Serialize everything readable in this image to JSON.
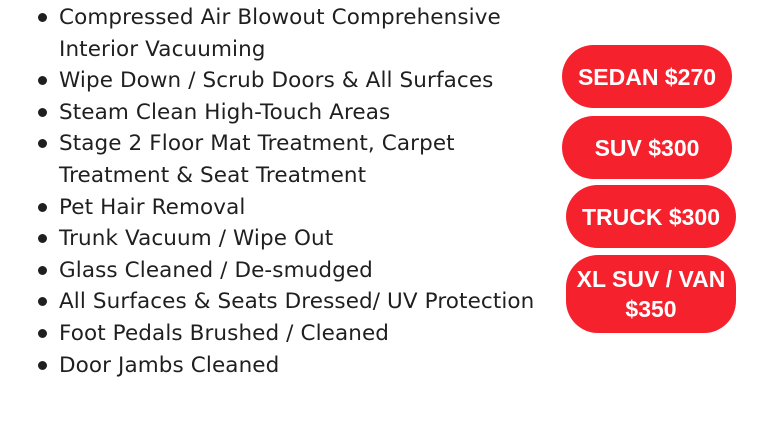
{
  "services": [
    {
      "lines": [
        "Compressed Air Blowout Comprehensive",
        "Interior Vacuuming"
      ]
    },
    {
      "lines": [
        "Wipe Down / Scrub Doors & All Surfaces"
      ]
    },
    {
      "lines": [
        "Steam Clean High-Touch Areas"
      ]
    },
    {
      "lines": [
        "Stage 2 Floor Mat Treatment, Carpet",
        "Treatment & Seat Treatment"
      ]
    },
    {
      "lines": [
        "Pet Hair Removal"
      ]
    },
    {
      "lines": [
        "Trunk Vacuum / Wipe Out"
      ]
    },
    {
      "lines": [
        "Glass Cleaned / De-smudged"
      ]
    },
    {
      "lines": [
        "All Surfaces & Seats Dressed/ UV Protection"
      ]
    },
    {
      "lines": [
        "Foot Pedals Brushed / Cleaned"
      ]
    },
    {
      "lines": [
        "Door Jambs Cleaned"
      ]
    }
  ],
  "pricing": {
    "sedan": "SEDAN $270",
    "suv": "SUV $300",
    "truck": "TRUCK $300",
    "xl_suv_van": "XL SUV / VAN $350"
  },
  "colors": {
    "pill": "#f5222d",
    "text": "#1f1f1f"
  }
}
